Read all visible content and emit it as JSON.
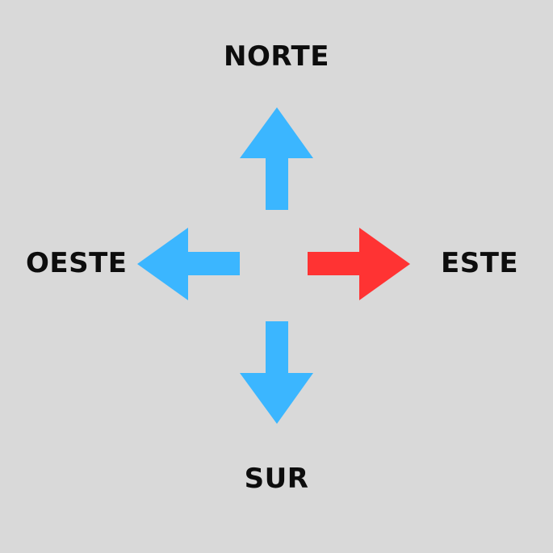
{
  "labels": {
    "north": "NORTE",
    "south": "SUR",
    "west": "OESTE",
    "east": "ESTE"
  },
  "arrows": [
    {
      "direction": "up",
      "color": "#3bb6ff"
    },
    {
      "direction": "down",
      "color": "#3bb6ff"
    },
    {
      "direction": "left",
      "color": "#3bb6ff"
    },
    {
      "direction": "right",
      "color": "#ff3333",
      "highlighted": true
    }
  ],
  "colors": {
    "background": "#d9d9d9",
    "text": "#0d0d0d"
  }
}
